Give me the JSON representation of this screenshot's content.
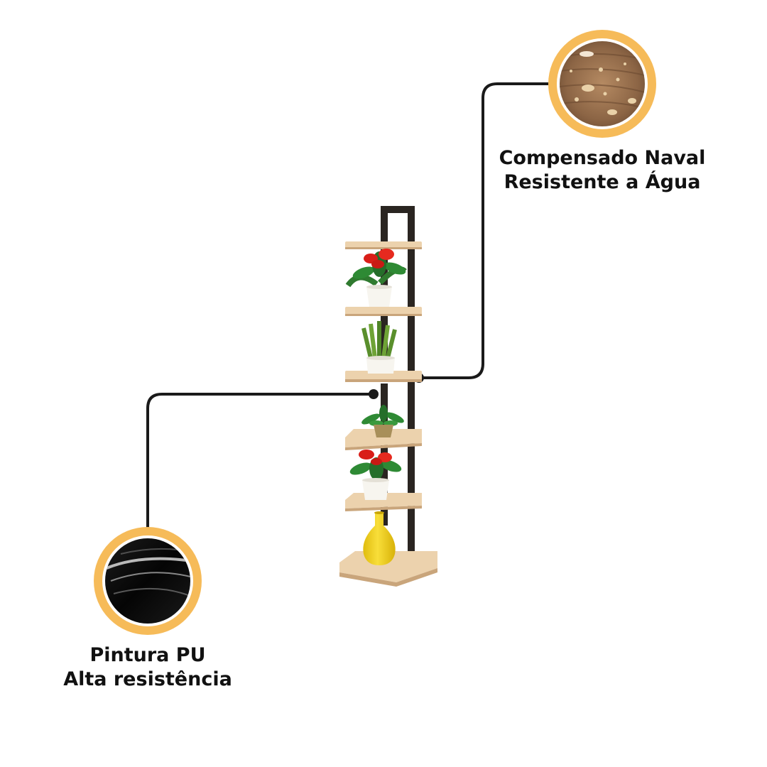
{
  "features": {
    "top": {
      "line1": "Compensado Naval",
      "line2": "Resistente a Água",
      "image": "water-droplets-on-wood-icon"
    },
    "bottom": {
      "line1": "Pintura PU",
      "line2": "Alta resistência",
      "image": "glossy-black-paint-icon"
    }
  },
  "colors": {
    "ring": "#f6bb59",
    "frame": "#2a2521",
    "wood": "#ecd2ad",
    "leader": "#1a1a1a",
    "vase": "#f2d21c"
  }
}
